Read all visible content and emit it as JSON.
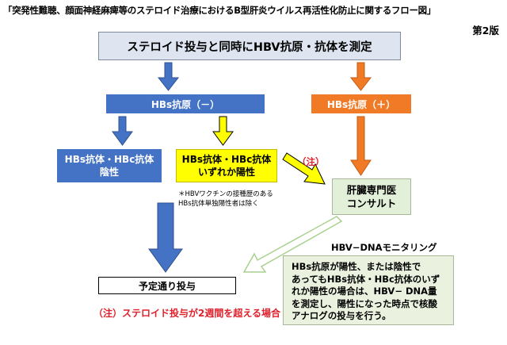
{
  "title": "「突発性難聴、顔面神経麻痺等のステロイド治療におけるB型肝炎ウイルス再活性化防止に関するフロー図」",
  "edition": "第2版",
  "nodes": {
    "top": "ステロイド投与と同時にHBV抗原・抗体を測定",
    "hbs_negative": "HBs抗原（－）",
    "hbs_positive": "HBs抗原（＋）",
    "negative_antibody": [
      "HBs抗体・HBc抗体",
      "陰性"
    ],
    "positive_antibody": [
      "HBs抗体・HBc抗体",
      "いずれか陽性"
    ],
    "consult": [
      "肝臓専門医",
      "コンサルト"
    ],
    "schedule": "予定通り投与"
  },
  "note_tag": "（注）",
  "vaccine_note": [
    "＊HBVワクチンの接種歴のある",
    "HBs抗体単独陽性者は除く"
  ],
  "dna_monitoring": {
    "label": "HBV−DNAモニタリング",
    "lines": [
      "HBs抗原が陽性、または陰性で",
      "あってもHBs抗体・HBc抗体のいず",
      "れか陽性の場合は、HBV− DNA量",
      "を測定し、陽性になった時点で核酸",
      "アナログの投与を行う。"
    ]
  },
  "footnote": "（注）ステロイド投与が2週間を超える場合",
  "colors": {
    "blue": "#4472c4",
    "orange": "#f07a25",
    "yellow": "#ffff00",
    "light_green": "#e3f0d9",
    "red_text": "#e0202b"
  }
}
